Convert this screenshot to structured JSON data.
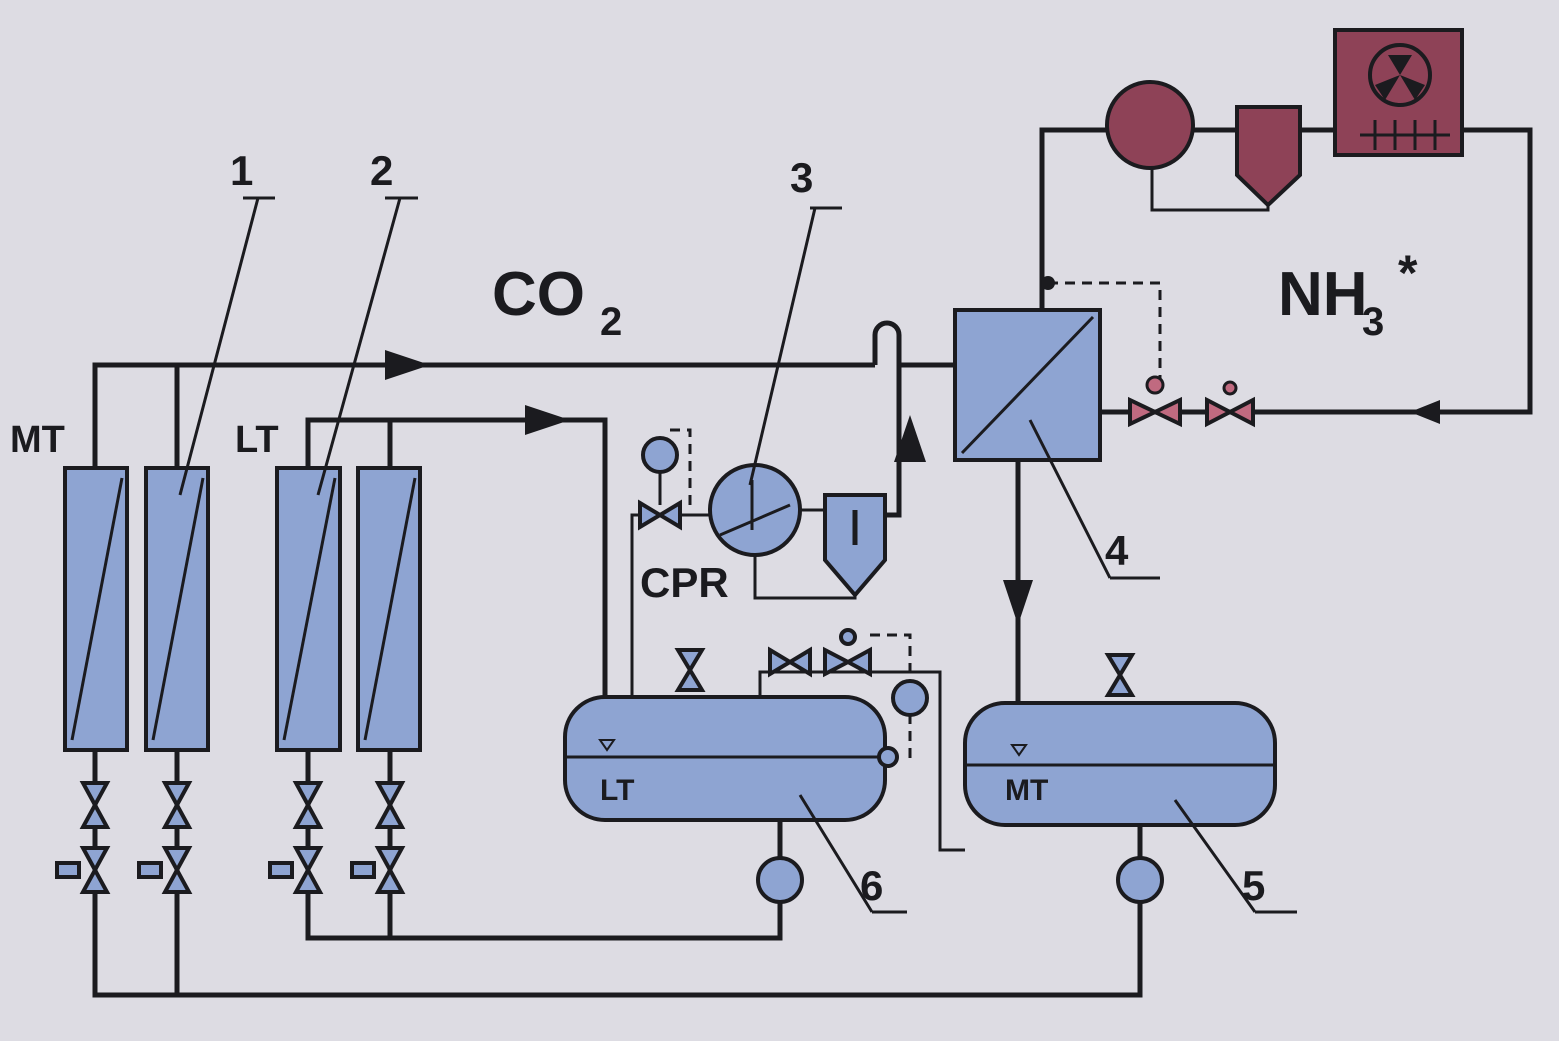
{
  "labels": {
    "n1": "1",
    "n2": "2",
    "n3": "3",
    "n4": "4",
    "n5": "5",
    "n6": "6",
    "mt_left": "MT",
    "lt_left": "LT",
    "co2": "CO",
    "co2_sub": "2",
    "nh3": "NH",
    "nh3_sub": "3",
    "nh3_star": "*",
    "cpr": "CPR",
    "lt_vessel": "LT",
    "mt_vessel": "MT"
  },
  "colors": {
    "co2_side": "#8ea4d2",
    "nh3_side": "#8e4257",
    "line": "#1b1b1f",
    "background": "#dddce3"
  }
}
